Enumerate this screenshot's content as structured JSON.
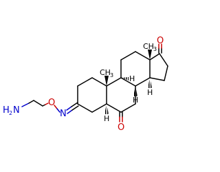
{
  "structure": {
    "atom_labels": {
      "amine_h": "H",
      "amine_sub": "2",
      "amine_n": "N",
      "oxime_o": "O",
      "oxime_n": "N",
      "ketone_o_17": "O",
      "ketone_o_6": "O",
      "methyl_10": "CH",
      "methyl_10_sub": "3",
      "methyl_13": "CH",
      "methyl_13_sub": "3",
      "h_5": "H",
      "h_8": "H",
      "h_9": "H",
      "h_14": "H"
    },
    "colors": {
      "carbon": "#000000",
      "nitrogen": "#0000cc",
      "oxygen": "#cc0000"
    }
  }
}
